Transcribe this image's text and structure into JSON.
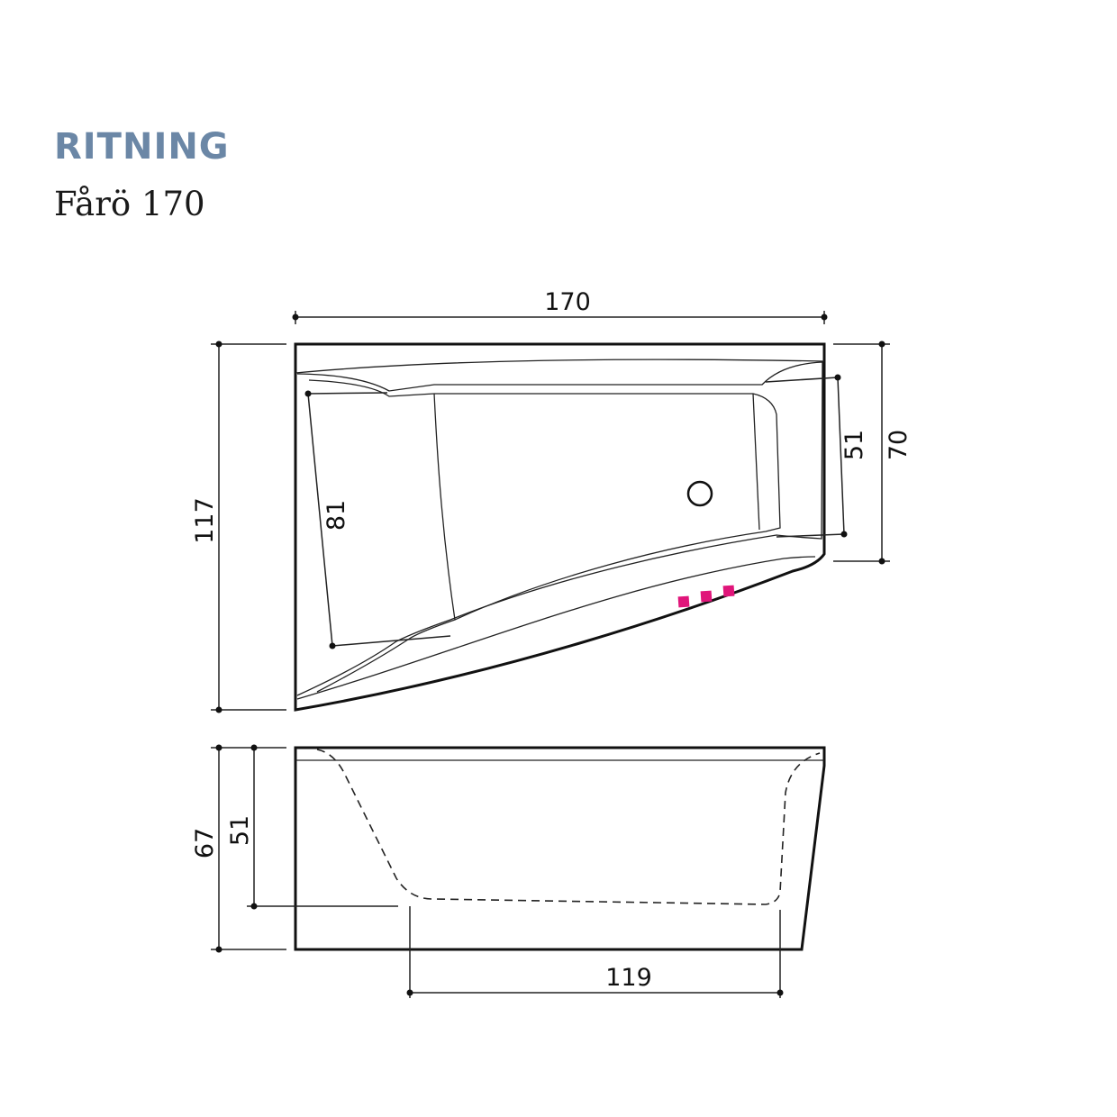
{
  "header": {
    "title": "RITNING",
    "subtitle": "Fårö 170"
  },
  "dimensions": {
    "top_width": "170",
    "top_depth": "117",
    "inner_length": "81",
    "inner_width": "51",
    "end_depth": "70",
    "side_height": "67",
    "side_inner_depth": "51",
    "bottom_length": "119"
  },
  "colors": {
    "title": "#6b87a6",
    "control_buttons": "#e0157a"
  },
  "icons": {
    "drain": "drain-icon",
    "controls": "control-buttons-icon"
  }
}
